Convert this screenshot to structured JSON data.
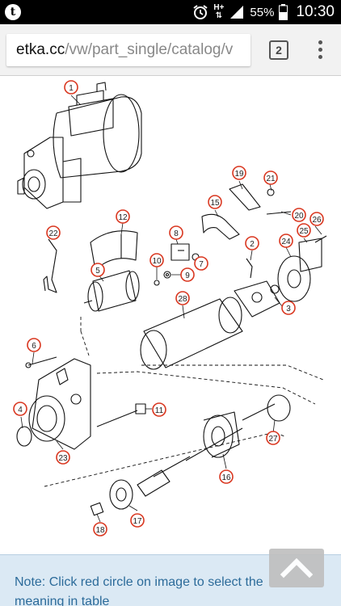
{
  "status": {
    "network": "H+",
    "battery": "55%",
    "time": "10:30"
  },
  "browser": {
    "url_host": "etka.cc",
    "url_path": "/vw/part_single/catalog/v",
    "tab_count": "2"
  },
  "callouts": [
    "1",
    "2",
    "3",
    "4",
    "5",
    "6",
    "7",
    "8",
    "9",
    "10",
    "11",
    "12",
    "15",
    "16",
    "17",
    "18",
    "19",
    "20",
    "21",
    "22",
    "23",
    "24",
    "25",
    "26",
    "27",
    "28"
  ],
  "note": {
    "line1": "Note: Click red circle on image to select the",
    "line2": "meaning in table"
  },
  "colors": {
    "callout_ring": "#d9361f",
    "note_bg": "#dbe9f4",
    "note_text": "#2c6b9a"
  },
  "icons": {
    "scroll_top": "chevron-up-icon",
    "menu": "overflow-menu-icon"
  }
}
